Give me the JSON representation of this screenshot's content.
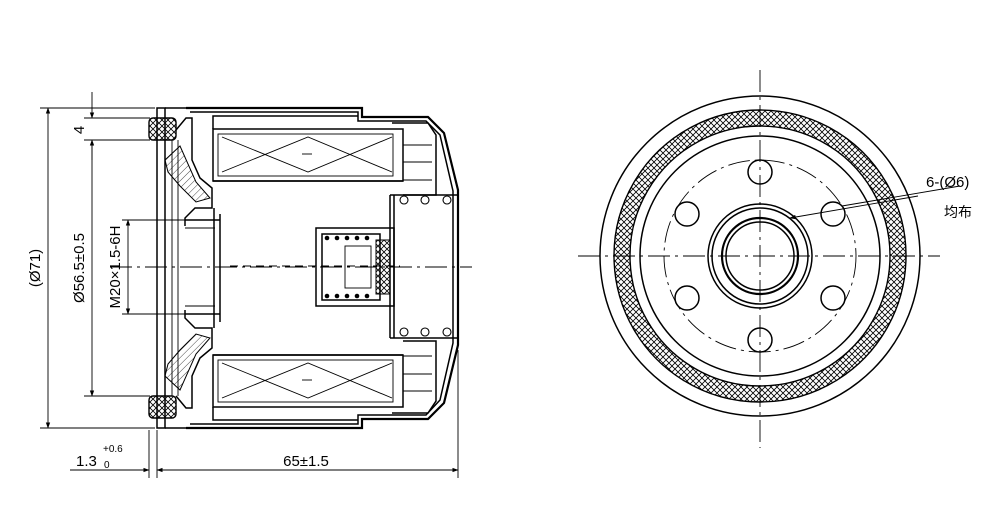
{
  "dimensions": {
    "outer_diameter": "(Ø71)",
    "gasket_diameter": "Ø56.5±0.5",
    "thread": "M20×1.5-6H",
    "gasket_thickness": "4",
    "offset_main": "1.3",
    "offset_upper": "+0.6",
    "offset_lower": "0",
    "length": "65±1.5"
  },
  "holes": {
    "callout": "6-(Ø6)",
    "note": "均布"
  }
}
